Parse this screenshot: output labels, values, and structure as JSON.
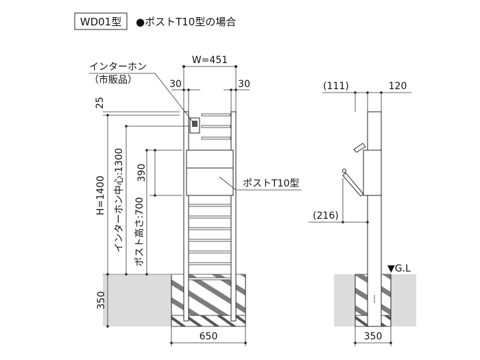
{
  "header": {
    "model_code": "WD01型",
    "case_title": "●ポストT10型の場合"
  },
  "front_view": {
    "intercom_label_line1": "インターホン",
    "intercom_label_line2": "（市販品）",
    "width_dim": "W=451",
    "left_margin_dim": "30",
    "right_margin_dim": "30",
    "top_offset_dim": "25",
    "total_height_dim": "H=1400",
    "intercom_center_dim": "インターホン中心:1300",
    "post_spacing_dim": "390",
    "post_height_dim": "ポスト高さ:700",
    "post_label": "ポストT10型",
    "foundation_depth_dim": "350",
    "foundation_width_dim": "650"
  },
  "side_view": {
    "left_offset_dim": "(111)",
    "depth_dim": "120",
    "post_projection_dim": "(216)",
    "ground_level_label": "▼G.L",
    "foundation_width_dim": "350"
  },
  "colors": {
    "line": "#222222",
    "ground_fill": "#dcdcdc",
    "concrete_fill": "#ececec"
  }
}
